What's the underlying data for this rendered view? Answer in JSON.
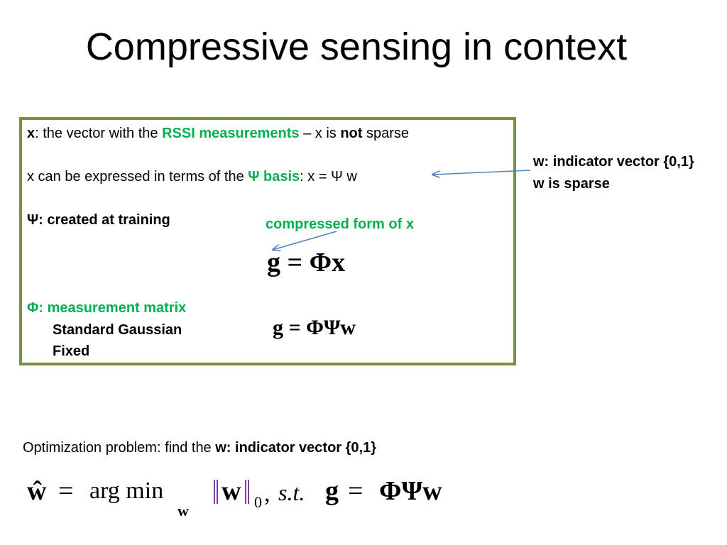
{
  "slide": {
    "title": "Compressive sensing in context",
    "box": {
      "line1": {
        "x": "x",
        "text1": ": the vector with the ",
        "rssi": "RSSI measurements",
        "text2": " –  x is ",
        "not": "not",
        "text3": " sparse"
      },
      "line2": {
        "text1": "x  can be expressed in terms of the ",
        "psi_basis": "Ψ basis",
        "text2": ":    x  = Ψ w"
      },
      "line3": "Ψ: created at training",
      "compressed_label": "compressed form of x",
      "eq1": {
        "lhs": "g",
        "op": "=",
        "rhs": "Φx"
      },
      "phi_label": "Φ: measurement matrix",
      "phi_item1": "Standard Gaussian",
      "phi_item2": "Fixed",
      "eq2": {
        "lhs": "g",
        "op": "=",
        "rhs": "ΦΨw"
      }
    },
    "side_note": {
      "line1": "w:  indicator vector {0,1}",
      "line2": "w is sparse"
    },
    "optimization": {
      "text": "Optimization problem: find the",
      "bold": "w:  indicator vector {0,1}",
      "eq": {
        "lhs": "ŵ",
        "eq": "=",
        "argmin": "arg min",
        "sub": "w",
        "norm_w": "w",
        "norm_sub": "0",
        "comma": ",",
        "st": "s.t.",
        "g": "g",
        "eq2": "=",
        "rhs": "ΦΨw"
      }
    },
    "colors": {
      "green_text": "#00b050",
      "box_border": "#76923c",
      "arrow": "#4f81bd"
    }
  }
}
